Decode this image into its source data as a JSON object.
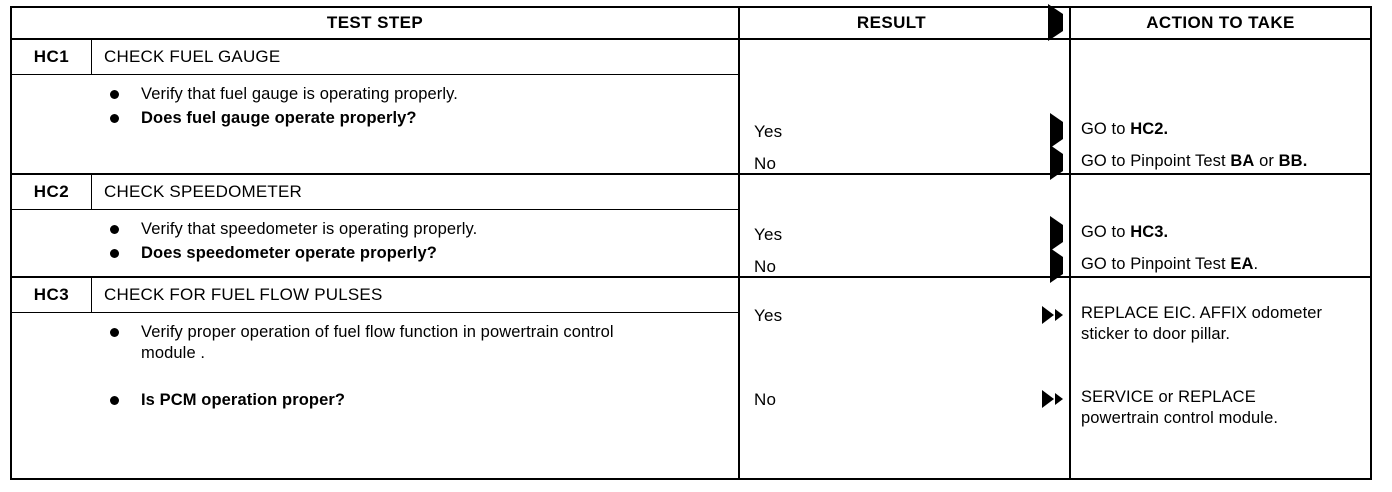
{
  "header": {
    "test_step": "TEST STEP",
    "result": "RESULT",
    "action": "ACTION TO TAKE",
    "result_arrow_icon": "right-triangle-icon"
  },
  "sections": [
    {
      "code": "HC1",
      "title": "CHECK FUEL GAUGE",
      "bullets": [
        {
          "text": "Verify that fuel gauge is operating properly.",
          "bold": false
        },
        {
          "text": "Does fuel gauge operate properly?",
          "bold": true
        }
      ],
      "results": [
        {
          "label": "Yes",
          "arrow_icon": "right-triangle-icon",
          "action_plain_1": "GO to ",
          "action_bold_1": "HC2.",
          "action_plain_2": "",
          "action_bold_2": "",
          "action_plain_3": ""
        },
        {
          "label": "No",
          "arrow_icon": "right-triangle-icon",
          "action_plain_1": "GO to Pinpoint Test ",
          "action_bold_1": "BA",
          "action_plain_2": " or ",
          "action_bold_2": "BB.",
          "action_plain_3": ""
        }
      ]
    },
    {
      "code": "HC2",
      "title": "CHECK SPEEDOMETER",
      "bullets": [
        {
          "text": "Verify that speedometer is operating properly.",
          "bold": false
        },
        {
          "text": "Does speedometer operate properly?",
          "bold": true
        }
      ],
      "results": [
        {
          "label": "Yes",
          "arrow_icon": "right-triangle-icon",
          "action_plain_1": "GO to ",
          "action_bold_1": "HC3.",
          "action_plain_2": "",
          "action_bold_2": "",
          "action_plain_3": ""
        },
        {
          "label": "No",
          "arrow_icon": "right-triangle-icon",
          "action_plain_1": "GO to Pinpoint Test ",
          "action_bold_1": "EA",
          "action_plain_2": ".",
          "action_bold_2": "",
          "action_plain_3": ""
        }
      ]
    },
    {
      "code": "HC3",
      "title": "CHECK FOR FUEL FLOW PULSES",
      "bullets": [
        {
          "text": "Verify proper operation of fuel flow function in powertrain control module .",
          "bold": false
        },
        {
          "text": "Is PCM operation proper?",
          "bold": true
        }
      ],
      "results": [
        {
          "label": "Yes",
          "arrow_icon": "double-right-triangle-icon",
          "action_plain_1": "REPLACE EIC. AFFIX odometer sticker to door pillar.",
          "action_bold_1": "",
          "action_plain_2": "",
          "action_bold_2": "",
          "action_plain_3": ""
        },
        {
          "label": "No",
          "arrow_icon": "double-right-triangle-icon",
          "action_plain_1": "SERVICE or REPLACE powertrain control module.",
          "action_bold_1": "",
          "action_plain_2": "",
          "action_bold_2": "",
          "action_plain_3": ""
        }
      ]
    }
  ],
  "colors": {
    "ink": "#000000",
    "paper": "#ffffff"
  }
}
